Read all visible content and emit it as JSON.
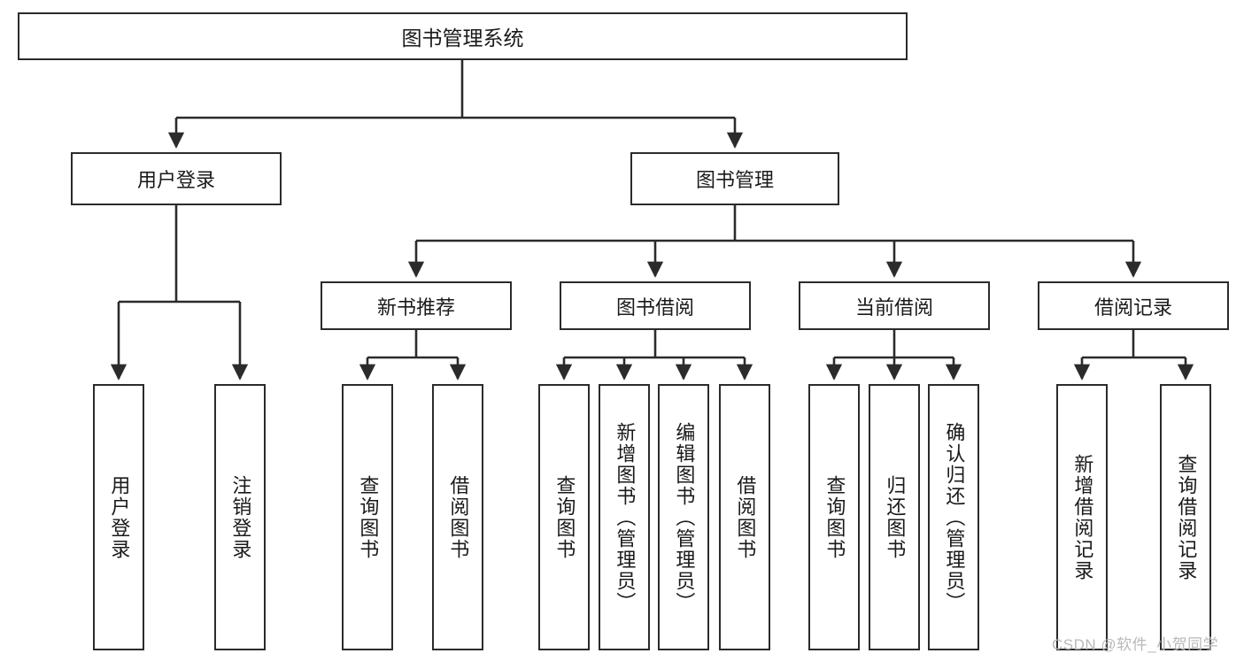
{
  "diagram": {
    "title": "图书管理系统",
    "root": {
      "label": "图书管理系统"
    },
    "level2": [
      {
        "label": "用户登录"
      },
      {
        "label": "图书管理"
      }
    ],
    "level3": [
      {
        "label": "新书推荐"
      },
      {
        "label": "图书借阅"
      },
      {
        "label": "当前借阅"
      },
      {
        "label": "借阅记录"
      }
    ],
    "leaves": [
      {
        "label": "用户登录"
      },
      {
        "label": "注销登录"
      },
      {
        "label": "查询图书"
      },
      {
        "label": "借阅图书"
      },
      {
        "label": "查询图书"
      },
      {
        "label": "新增图书（管理员）"
      },
      {
        "label": "编辑图书（管理员）"
      },
      {
        "label": "借阅图书"
      },
      {
        "label": "查询图书"
      },
      {
        "label": "归还图书"
      },
      {
        "label": "确认归还（管理员）"
      },
      {
        "label": "新增借阅记录"
      },
      {
        "label": "查询借阅记录"
      }
    ]
  },
  "watermark": {
    "text": "CSDN @软件_小贺同学"
  },
  "colors": {
    "stroke": "#2b2b2b",
    "background": "#ffffff",
    "text": "#1a1a1a",
    "watermark": "#b9b9b9"
  }
}
